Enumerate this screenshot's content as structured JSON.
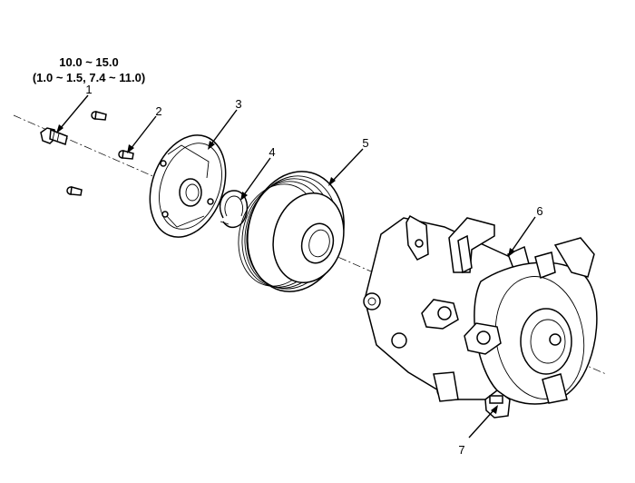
{
  "torque": {
    "nm": "10.0 ~ 15.0",
    "alt": "(1.0 ~ 1.5, 7.4 ~ 11.0)"
  },
  "callouts": [
    {
      "id": "bolt",
      "label": "1"
    },
    {
      "id": "shim-bolt",
      "label": "2"
    },
    {
      "id": "disc-hub",
      "label": "3"
    },
    {
      "id": "snap-ring",
      "label": "4"
    },
    {
      "id": "pulley",
      "label": "5"
    },
    {
      "id": "compressor",
      "label": "6"
    },
    {
      "id": "coil-connector",
      "label": "7"
    }
  ]
}
